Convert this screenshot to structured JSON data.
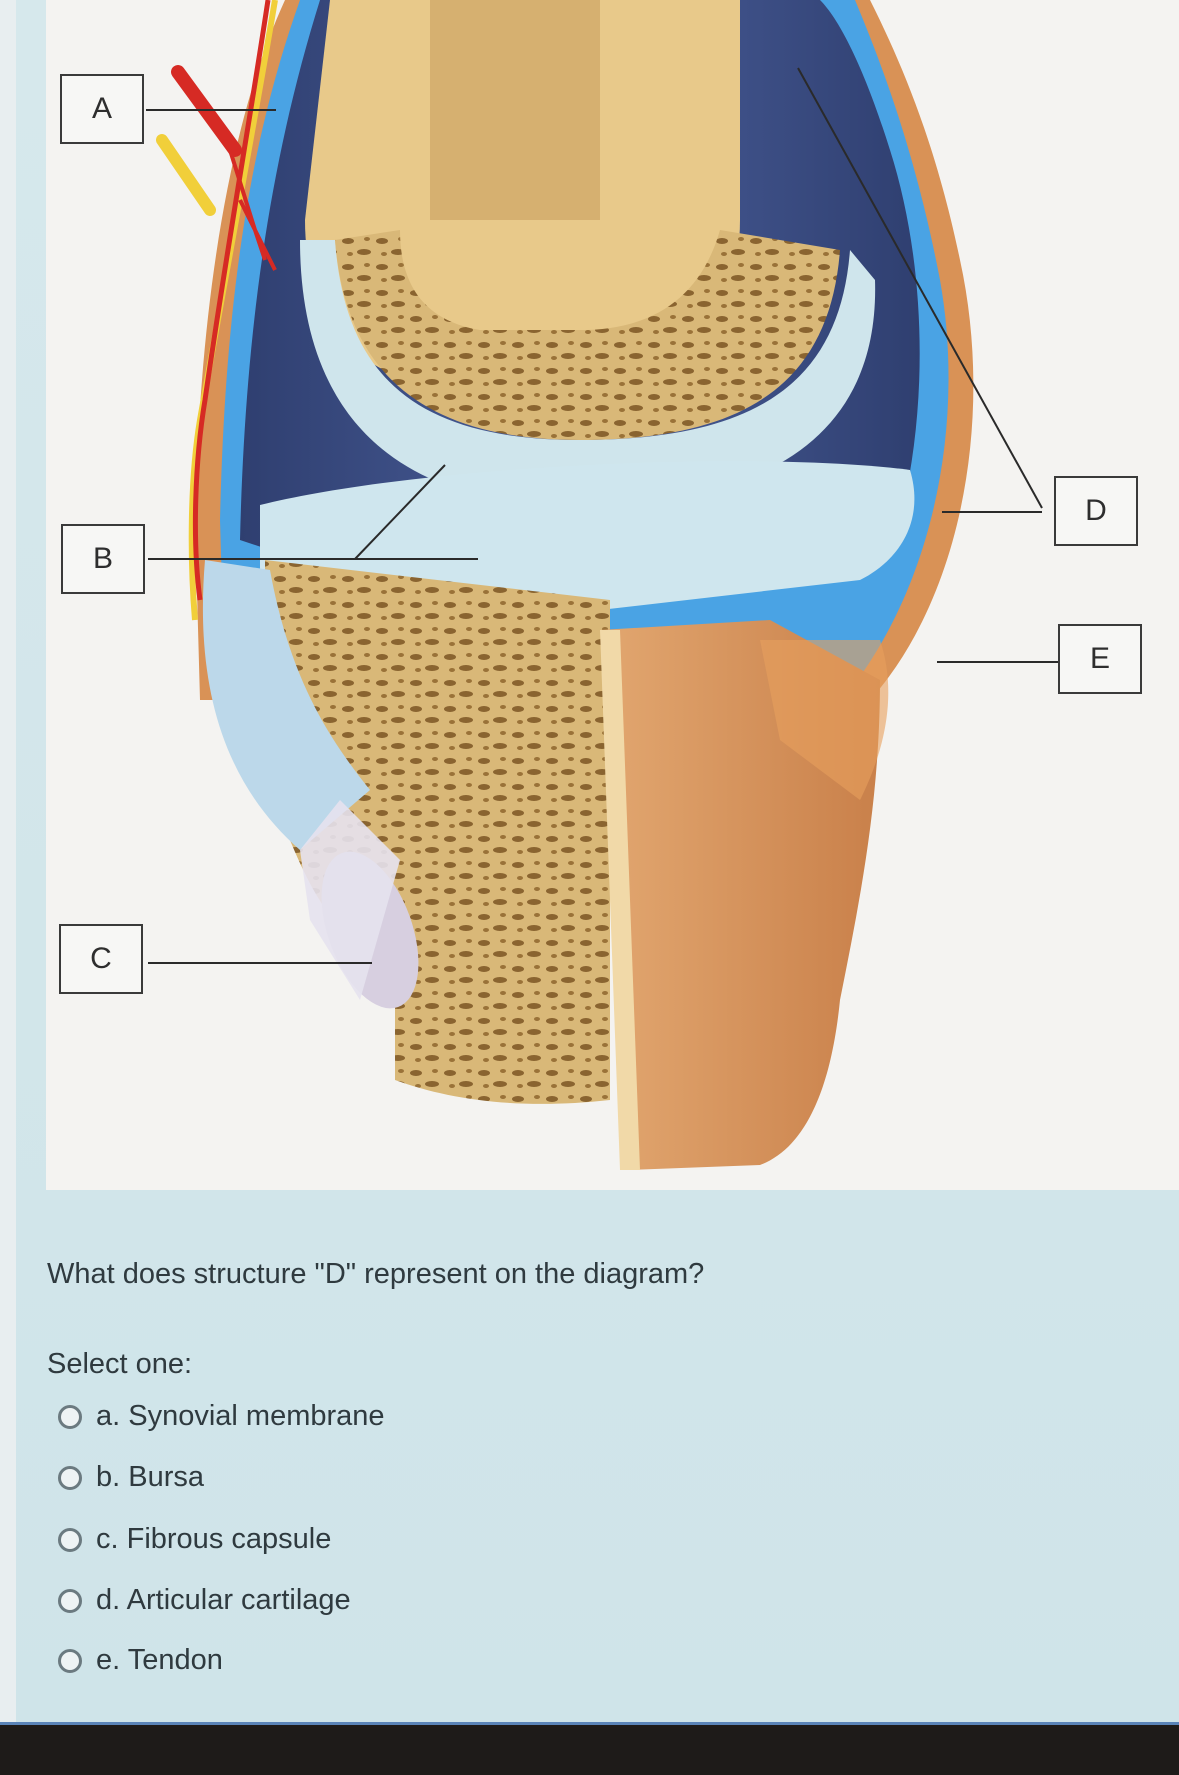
{
  "diagram": {
    "labels": [
      {
        "id": "A",
        "text": "A"
      },
      {
        "id": "B",
        "text": "B"
      },
      {
        "id": "C",
        "text": "C"
      },
      {
        "id": "D",
        "text": "D"
      },
      {
        "id": "E",
        "text": "E"
      }
    ],
    "colors": {
      "joint_cavity": "#3c4f86",
      "synovial_fluid_blue": "#2f8ad6",
      "cartilage": "#d3e8ee",
      "bone_spongy": "#c9a262",
      "bone_compact": "#e8c98a",
      "fibrous_capsule": "#d9955a",
      "artery": "#d62a24",
      "nerve": "#f1cf3a"
    }
  },
  "quiz": {
    "question": "What does structure \"D\" represent on the diagram?",
    "prompt": "Select one:",
    "options": [
      {
        "key": "a",
        "label": "a. Synovial membrane",
        "selected": false
      },
      {
        "key": "b",
        "label": "b. Bursa",
        "selected": false
      },
      {
        "key": "c",
        "label": "c. Fibrous capsule",
        "selected": false
      },
      {
        "key": "d",
        "label": "d. Articular cartilage",
        "selected": false
      },
      {
        "key": "e",
        "label": "e. Tendon",
        "selected": false
      }
    ]
  }
}
